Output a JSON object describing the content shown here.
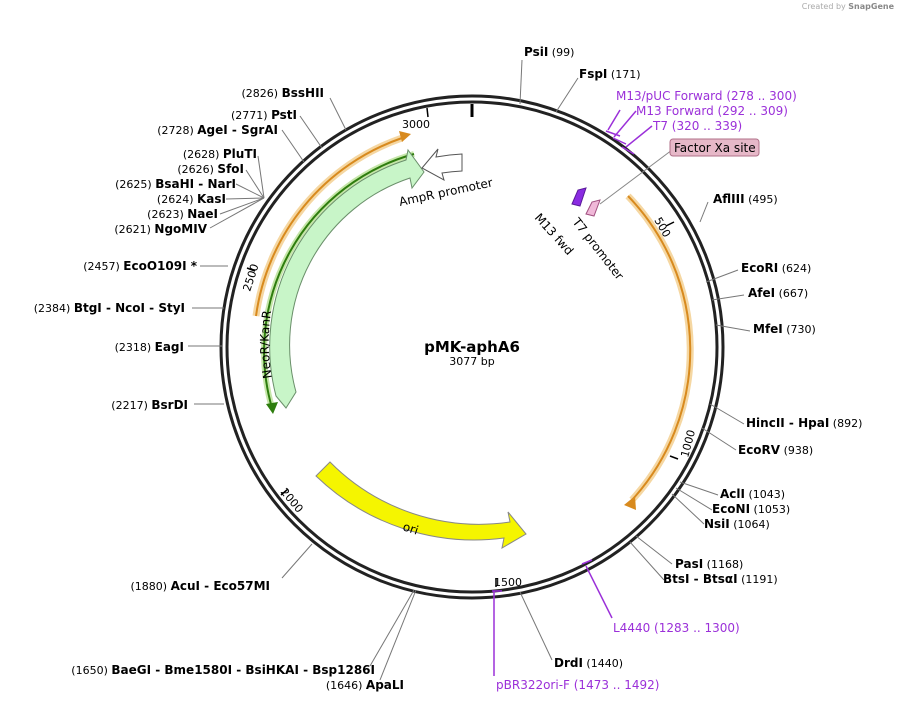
{
  "credit": {
    "prefix": "Created by",
    "brand": "SnapGene"
  },
  "plasmid": {
    "name": "pMK-aphA6",
    "length_label": "3077 bp"
  },
  "ticks": [
    {
      "label": "3000"
    },
    {
      "label": "500"
    },
    {
      "label": "1000"
    },
    {
      "label": "1500"
    },
    {
      "label": "2000"
    },
    {
      "label": "2500"
    }
  ],
  "sites": [
    {
      "parts": [
        "PsiI"
      ],
      "pos": "(99)"
    },
    {
      "parts": [
        "FspI"
      ],
      "pos": "(171)"
    },
    {
      "parts": [
        "AflIII"
      ],
      "pos": "(495)"
    },
    {
      "parts": [
        "EcoRI"
      ],
      "pos": "(624)"
    },
    {
      "parts": [
        "AfeI"
      ],
      "pos": "(667)"
    },
    {
      "parts": [
        "MfeI"
      ],
      "pos": "(730)"
    },
    {
      "parts": [
        "HincII",
        "HpaI"
      ],
      "pos": "(892)"
    },
    {
      "parts": [
        "EcoRV"
      ],
      "pos": "(938)"
    },
    {
      "parts": [
        "AclI"
      ],
      "pos": "(1043)"
    },
    {
      "parts": [
        "EcoNI"
      ],
      "pos": "(1053)"
    },
    {
      "parts": [
        "NsiI"
      ],
      "pos": "(1064)"
    },
    {
      "parts": [
        "PasI"
      ],
      "pos": "(1168)"
    },
    {
      "parts": [
        "BtsI",
        "BtsαI"
      ],
      "pos": "(1191)"
    },
    {
      "parts": [
        "DrdI"
      ],
      "pos": "(1440)"
    },
    {
      "parts": [
        "ApaLI"
      ],
      "pos": "(1646)"
    },
    {
      "parts": [
        "BaeGI",
        "Bme1580I",
        "BsiHKAI",
        "Bsp1286I"
      ],
      "pos": "(1650)"
    },
    {
      "parts": [
        "AcuI",
        "Eco57MI"
      ],
      "pos": "(1880)"
    },
    {
      "parts": [
        "BsrDI"
      ],
      "pos": "(2217)"
    },
    {
      "parts": [
        "EagI"
      ],
      "pos": "(2318)"
    },
    {
      "parts": [
        "BtgI",
        "NcoI",
        "StyI"
      ],
      "pos": "(2384)"
    },
    {
      "parts": [
        "EcoO109I *"
      ],
      "pos": "(2457)"
    },
    {
      "parts": [
        "NgoMIV"
      ],
      "pos": "(2621)"
    },
    {
      "parts": [
        "NaeI"
      ],
      "pos": "(2623)"
    },
    {
      "parts": [
        "KasI"
      ],
      "pos": "(2624)"
    },
    {
      "parts": [
        "BsaHI",
        "NarI"
      ],
      "pos": "(2625)"
    },
    {
      "parts": [
        "SfoI"
      ],
      "pos": "(2626)"
    },
    {
      "parts": [
        "PluTI"
      ],
      "pos": "(2628)"
    },
    {
      "parts": [
        "AgeI",
        "SgrAI"
      ],
      "pos": "(2728)"
    },
    {
      "parts": [
        "PstI"
      ],
      "pos": "(2771)"
    },
    {
      "parts": [
        "BssHII"
      ],
      "pos": "(2826)"
    }
  ],
  "primers": [
    {
      "name": "M13/pUC Forward",
      "range": "(278 .. 300)"
    },
    {
      "name": "M13 Forward",
      "range": "(292 .. 309)"
    },
    {
      "name": "T7",
      "range": "(320 .. 339)"
    },
    {
      "name": "L4440",
      "range": "(1283 .. 1300)"
    },
    {
      "name": "pBR322ori-F",
      "range": "(1473 .. 1492)"
    }
  ],
  "features": {
    "factor_xa": "Factor Xa site",
    "ampr_promoter": "AmpR promoter",
    "neor": "NeoR/KanR",
    "ori": "ori",
    "t7_promoter": "T7 promoter",
    "m13_fwd": "M13 fwd"
  },
  "colors": {
    "orange_orf": "#e8a33a",
    "neor_fill": "#c8f5c8",
    "ori_fill": "#f5f500",
    "primer": "#9b30d9",
    "factor_xa_fill": "#e6b8c8"
  }
}
